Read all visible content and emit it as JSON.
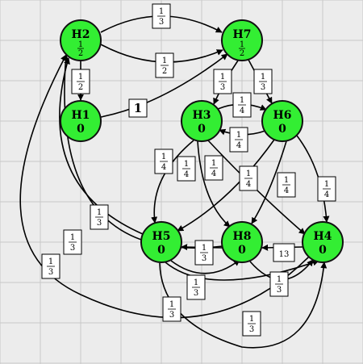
{
  "colors": {
    "background": "#ececec",
    "grid": "#c8c8c8",
    "node_fill": "#33ee33",
    "node_stroke": "#111111",
    "edge": "#000000",
    "label_fill": "#ffffff"
  },
  "nodes": [
    {
      "id": "H2",
      "name": "H2",
      "value": "1/2"
    },
    {
      "id": "H7",
      "name": "H7",
      "value": "1/2"
    },
    {
      "id": "H1",
      "name": "H1",
      "value": "0"
    },
    {
      "id": "H3",
      "name": "H3",
      "value": "0"
    },
    {
      "id": "H6",
      "name": "H6",
      "value": "0"
    },
    {
      "id": "H5",
      "name": "H5",
      "value": "0"
    },
    {
      "id": "H8",
      "name": "H8",
      "value": "0"
    },
    {
      "id": "H4",
      "name": "H4",
      "value": "0"
    }
  ],
  "edges": [
    {
      "from": "H7",
      "to": "H2",
      "label": "1/3"
    },
    {
      "from": "H2",
      "to": "H7",
      "label": "1/2"
    },
    {
      "from": "H2",
      "to": "H1",
      "label": "1/2"
    },
    {
      "from": "H1",
      "to": "H7",
      "label": "1"
    },
    {
      "from": "H7",
      "to": "H3",
      "label": "1/3"
    },
    {
      "from": "H7",
      "to": "H6",
      "label": "1/3"
    },
    {
      "from": "H3",
      "to": "H6",
      "label": "1/4"
    },
    {
      "from": "H6",
      "to": "H3",
      "label": "1/4"
    },
    {
      "from": "H3",
      "to": "H5",
      "label": "1/4"
    },
    {
      "from": "H3",
      "to": "H8",
      "label": "1/4"
    },
    {
      "from": "H3",
      "to": "H4",
      "label": "1/4"
    },
    {
      "from": "H6",
      "to": "H5",
      "label": "1/4"
    },
    {
      "from": "H6",
      "to": "H8",
      "label": "1/4"
    },
    {
      "from": "H6",
      "to": "H4",
      "label": "1/4"
    },
    {
      "from": "H5",
      "to": "H2",
      "label": "1/3"
    },
    {
      "from": "H8",
      "to": "H2",
      "label": "1/3"
    },
    {
      "from": "H4",
      "to": "H2",
      "label": "1/3"
    },
    {
      "from": "H8",
      "to": "H5",
      "label": "1/3"
    },
    {
      "from": "H4",
      "to": "H8",
      "label": "13"
    },
    {
      "from": "H5",
      "to": "H8",
      "label": "1/3"
    },
    {
      "from": "H8",
      "to": "H4",
      "label": "1/3"
    },
    {
      "from": "H5",
      "to": "H4",
      "label": "1/3"
    },
    {
      "from": "H5",
      "to": "H4",
      "label": "1/3"
    }
  ]
}
